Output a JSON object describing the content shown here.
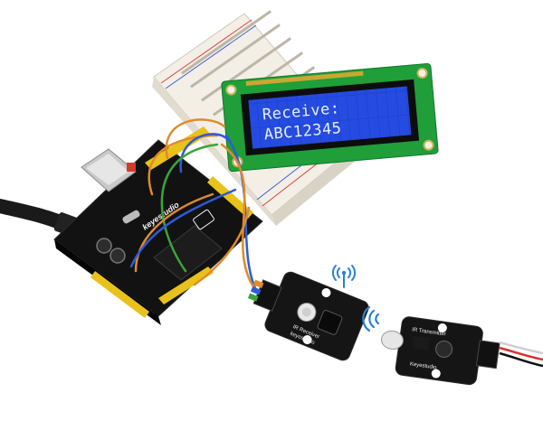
{
  "lcd": {
    "line1": "Receive:",
    "line2": "ABC12345",
    "backlight_color": "#1d43d6",
    "pcb_color": "#1f9e3a"
  },
  "arduino": {
    "brand": "keyestudio",
    "pcb_color": "#121212",
    "header_color": "#e8c21a"
  },
  "receiver_module": {
    "label": "IR Receiver",
    "brand": "keyestudio"
  },
  "transmitter_module": {
    "label": "IR Transmitter",
    "brand": "Keyestudio"
  },
  "signal_icon_color": "#2a7fd4",
  "icons": [
    "wireless-signal-icon",
    "signal-waves-icon"
  ]
}
